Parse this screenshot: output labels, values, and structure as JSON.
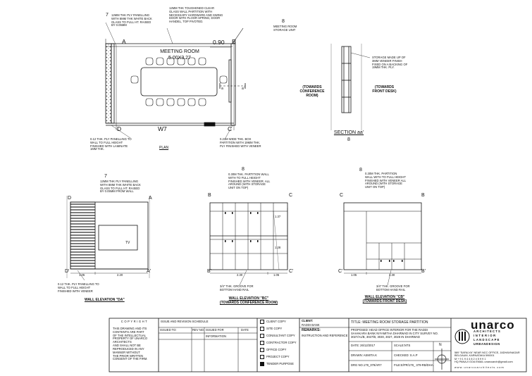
{
  "plan": {
    "marker": "7",
    "note_ply_panel": "12MM THK PLY PANELLING\nWITH 8MM THK WHITE BACK\nGLASS TO FULL HT. RAISED\nBY 0.05MM",
    "note_glass_wall": "12MM THK TOUGHENED CLEAR\nGLASS WALL PARTITION WITH\nNECESSARY HARDWARE AND SWING\nDOOR WITH FLOOR SPRING, DOOR\nHANDEL, TOP PIVOTED.",
    "storage_marker": "8",
    "storage_label": "MEETING ROOM\nSTORAGE UNIT",
    "room_name": "MEETING ROOM",
    "room_size": "5.00X3.27",
    "dim_090": "0.90",
    "corner_a": "A",
    "corner_b": "B",
    "corner_c": "C",
    "corner_d": "D",
    "section_a": "a",
    "section_a2": "a'",
    "wall_tag": "W7",
    "title": "PLAN",
    "note_laminate": "0.12 THK. PLY PANELLING TO\nWALL TO FULL HEIGHT\nFINISHED WITH LAMINATE\n1MM THK.",
    "note_box_partition": "0.23M WIDE THK. BOX\nPARTITION WITH 19MM THK.\nPLY FINISHED WITH VENEER"
  },
  "section": {
    "note": "STORAGE MADE UP OF\n3MM VENEER FINISH\nFIXED ON A BACKING OF\n19MM THK. PLY.",
    "left_label": "(TOWARDS\nCONFERENCE\nROOM)",
    "right_label": "(TOWARDS\nFRONT DESK)",
    "title": "SECTION aa'",
    "number": "8"
  },
  "elev_da": {
    "marker": "7",
    "note_top": "12MM THK PLY PANELLING\nWITH 8MM THK WHITE BACK\nGLASS TO FULL HT. RAISED\nBY 0.05MM FROM WALL",
    "left_top": "D",
    "right_top": "A",
    "left_bottom": "D'",
    "right_bottom": "A'",
    "tv": "TV",
    "dim1": "1.05",
    "dim2": "2.20",
    "note_bottom": "0.12 THK. PLY PANELLING TO\nWALL TO FULL HEIGHT\nFINISHED WITH VENEER",
    "title": "WALL ELEVATION \"DA\""
  },
  "elev_bc": {
    "marker": "8",
    "note_top": "0.30M THK. PARTITION WALL\nWITH TO FULL HEIGHT\nFINISHED WITH VENEER. ALL\nAROUND (WITH STORAGE\nUNIT ON TOP)",
    "left_top": "B",
    "right_top": "C",
    "left_bottom": "B'",
    "right_bottom": "C'",
    "dim_h1": "1.37",
    "dim_h2": "1.28",
    "dim1": "2.30",
    "dim2": "1.05",
    "note_bottom": "3/4\" THK. GROOVE FOR\nBOTTOM HAND RAIL",
    "title": "WALL ELEVATION \"BC\"\n(TOWARDS CONFERENCE ROOM)"
  },
  "elev_cb": {
    "marker": "8",
    "note_top": "0.30M THK. PARTITION\nWALL WITH TO FULL HEIGHT\nFINISHED WITH VENEER ALL\nAROUND (WITH STORAGE\nUNIT ON TOP)",
    "left_top": "C",
    "right_top": "B",
    "left_bottom": "C'",
    "right_bottom": "B'",
    "dim1": "1.05",
    "dim2": "2.30",
    "note_bottom": "3/4\" THK. GROOVE FOR\nBOTTOM HAND RAIL",
    "title": "WALL ELEVATION \"CB\"\n(TOWARDS FRONT DESK)"
  },
  "title_block": {
    "copyright_label": "COPYRIGHT",
    "copyright_text": "THIS DRAWING AND ITS\nCONTENTS ARE PART\nOF THE INTELLECTUAL\nPROPERTY OF UNARCO\nARCHITECTS\nAND SHALL NOT BE\nREPRODUCED IN ANY\nMANNER WITHOUT\nTHE PRIOR WRITTEN\nCONSENT OF THE FIRM.",
    "issue_schedule": "ISSUE AND REVISION SCHEDULE",
    "col_issued_to": "ISSUED TO:",
    "col_rev_no": "REV NO.",
    "col_issued_for": "ISSUED FOR",
    "col_date": "DATE",
    "row_information": "INFORMATION",
    "copies": [
      {
        "label": "CLIENT COPY",
        "filled": false
      },
      {
        "label": "SITE COPY",
        "filled": false
      },
      {
        "label": "CONSULTANT COPY",
        "filled": false
      },
      {
        "label": "CONTRACTOR COPY",
        "filled": false
      },
      {
        "label": "OFFICE COPY",
        "filled": false
      },
      {
        "label": "PROJECT COPY",
        "filled": false
      },
      {
        "label": "TENDER PURPOSE",
        "filled": true
      }
    ],
    "client_label": "CLIENT:",
    "client_value": "RADDI BANK",
    "remarks_label": "REMARKS:",
    "remarks_value": "INSTRUCTION AND REFERENCE",
    "title_value": "TITLE: MEETING ROOM STORAGE PARTITION",
    "proposed": "PROPOSED: HEAD OFFICE INTERIOR FOR THE RADDI\nSAHAKARA BANK NIYAMITHA DHARWAD IN CITY SURVEY NO.\n3027/A1/B, 3027/B, 3030, 3027, 3028 IN DHARWAD",
    "date": "DATE: 26/12/2017",
    "scale": "SCALE:NTS",
    "drawn": "DRAWN: ASMITA.K",
    "checked": "CHECKED: S.A.P",
    "drg_no": "DRG NO.179_379/AR7",
    "file": "FILE:E/PR/179_ 379-RB/DHA",
    "north": "N",
    "logo_name": "unarco",
    "tag1": "ARCHITECTS",
    "tag2": "INTERIOR",
    "tag3": "LANDSCAPE",
    "tag4": "URBANDESIGN",
    "address": "589 \"SAFALYA\" NEAR NCC OFFICE, JADHAVNAGAR\nBELGAUM, KARNATAKA 590001\nM  +  9  1  9  4  4  8  2  4  5  9  9  1\nHQ PANAJI GOA EMAIL:unarcoarch@gmail.com",
    "website": "w w w . u n a r c o a r c h i t e c t s . c o m"
  }
}
